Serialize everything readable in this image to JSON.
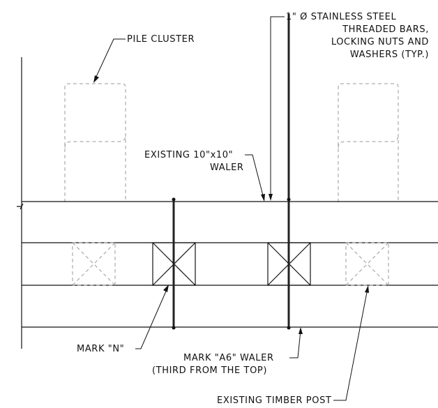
{
  "labels": {
    "pile_cluster": "PILE CLUSTER",
    "threaded_bars": [
      "1\" Ø STAINLESS STEEL",
      "THREADED BARS,",
      "LOCKING NUTS AND",
      "WASHERS (TYP.)"
    ],
    "waler": [
      "EXISTING 10\"x10\"",
      "WALER"
    ],
    "mark_n": "MARK \"N\"",
    "mark_a6": [
      "MARK \"A6\" WALER",
      "(THIRD FROM THE TOP)"
    ],
    "timber_post": "EXISTING TIMBER POST"
  }
}
